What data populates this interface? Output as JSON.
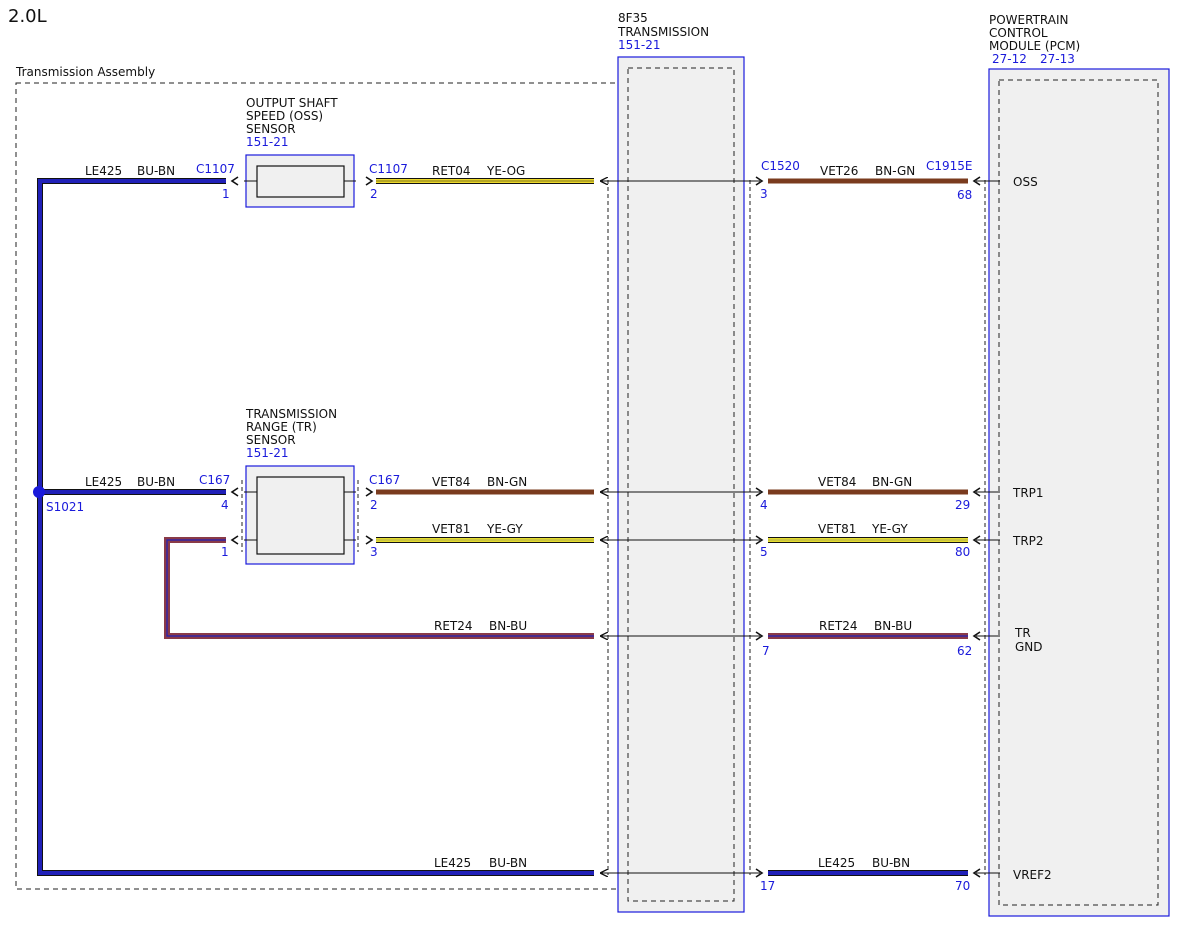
{
  "engine_label": "2.0L",
  "assembly_label": "Transmission Assembly",
  "colors": {
    "blue": "#1a1adb",
    "BU-BN": "#2020b8",
    "YE-OG": "#ecd82a",
    "YE-GY": "#e6de2e",
    "BN-GN": "#7a3b1e",
    "BN-BU": "#8a3a48",
    "module_fill": "#f0f0f0"
  },
  "oss_sensor": {
    "lines": [
      "OUTPUT SHAFT",
      "SPEED (OSS)",
      "SENSOR"
    ],
    "ref": "151-21"
  },
  "tr_sensor": {
    "lines": [
      "TRANSMISSION",
      "RANGE (TR)",
      "SENSOR"
    ],
    "ref": "151-21"
  },
  "transmission": {
    "lines": [
      "8F35",
      "TRANSMISSION"
    ],
    "ref": "151-21"
  },
  "pcm": {
    "lines": [
      "POWERTRAIN",
      "CONTROL",
      "MODULE (PCM)"
    ],
    "refs": [
      "27-12",
      "27-13"
    ]
  },
  "splice": "S1021",
  "wires": {
    "oss_left": {
      "circuit": "LE425",
      "color": "BU-BN",
      "connector": "C1107",
      "pin": "1"
    },
    "oss_right": {
      "circuit": "RET04",
      "color": "YE-OG",
      "connector": "C1107",
      "pin": "2"
    },
    "oss_pcm": {
      "circuit": "VET26",
      "color": "BN-GN",
      "connector_left": "C1520",
      "pin_left": "3",
      "connector_right": "C1915E",
      "pin_right": "68",
      "signal": "OSS"
    },
    "tr_left": {
      "circuit": "LE425",
      "color": "BU-BN",
      "connector": "C167",
      "pin": "4"
    },
    "tr_pin1": {
      "pin": "1"
    },
    "trp1_a": {
      "circuit": "VET84",
      "color": "BN-GN",
      "connector": "C167",
      "pin": "2"
    },
    "trp1_b": {
      "circuit": "VET84",
      "color": "BN-GN",
      "pin_left": "4",
      "pin_right": "29",
      "signal": "TRP1"
    },
    "trp2_a": {
      "circuit": "VET81",
      "color": "YE-GY",
      "pin": "3"
    },
    "trp2_b": {
      "circuit": "VET81",
      "color": "YE-GY",
      "pin_left": "5",
      "pin_right": "80",
      "signal": "TRP2"
    },
    "trgnd_a": {
      "circuit": "RET24",
      "color": "BN-BU"
    },
    "trgnd_b": {
      "circuit": "RET24",
      "color": "BN-BU",
      "pin_left": "7",
      "pin_right": "62",
      "signal_lines": [
        "TR",
        "GND"
      ]
    },
    "vref_a": {
      "circuit": "LE425",
      "color": "BU-BN"
    },
    "vref_b": {
      "circuit": "LE425",
      "color": "BU-BN",
      "pin_left": "17",
      "pin_right": "70",
      "signal": "VREF2"
    }
  }
}
